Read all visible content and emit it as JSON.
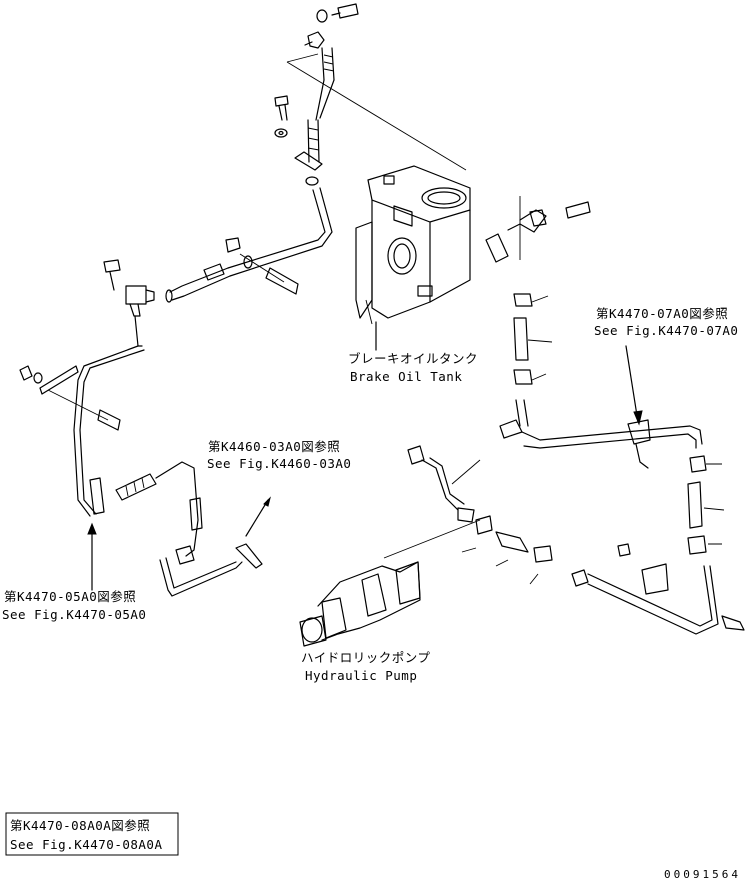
{
  "labels": {
    "brake_tank_jp": "ブレーキオイルタンク",
    "brake_tank_en": "Brake Oil Tank",
    "ref_07a0_jp": "第K4470-07A0図参照",
    "ref_07a0_en": "See Fig.K4470-07A0",
    "ref_03a0_jp": "第K4460-03A0図参照",
    "ref_03a0_en": "See Fig.K4460-03A0",
    "ref_05a0_jp": "第K4470-05A0図参照",
    "ref_05a0_en": "See Fig.K4470-05A0",
    "pump_jp": "ハイドロリックポンプ",
    "pump_en": "Hydraulic Pump",
    "ref_08a0a_jp": "第K4470-08A0A図参照",
    "ref_08a0a_en": "See Fig.K4470-08A0A",
    "drawing_number": "00091564"
  }
}
